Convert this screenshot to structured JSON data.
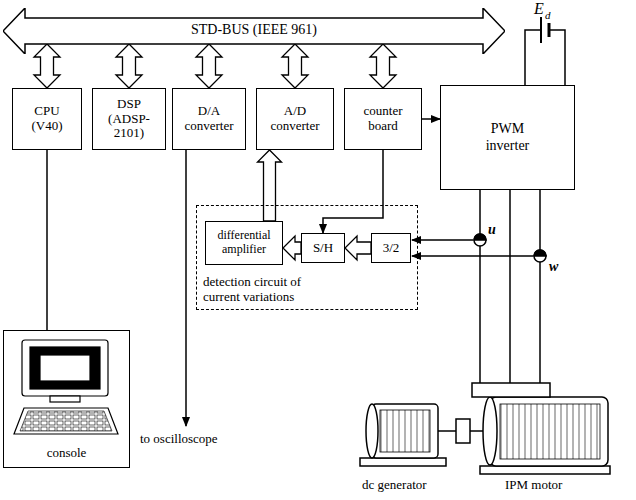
{
  "diagram": {
    "nodes": [
      {
        "text": [
          "STD-BUS (IEEE 961)"
        ]
      },
      {
        "text": [
          "CPU (V40)"
        ]
      },
      {
        "text": [
          "DSP (ADSP-2101)"
        ]
      },
      {
        "text": [
          "D/A converter"
        ]
      },
      {
        "text": [
          "A/D converter"
        ]
      },
      {
        "text": [
          "counter board"
        ]
      },
      {
        "text": [
          "PWM inverter"
        ]
      },
      {
        "text": [
          "detection circuit of current variations"
        ]
      },
      {
        "text": [
          "differential amplifier"
        ],
        "in": 7
      },
      {
        "text": [
          "S/H"
        ],
        "in": 7
      },
      {
        "text": [
          "3/2"
        ],
        "in": 7
      },
      {
        "text": [
          "console"
        ]
      }
    ],
    "edges": [
      {
        "from": 0,
        "to": 1,
        "arrow": "both"
      },
      {
        "from": 0,
        "to": 2,
        "arrow": "both"
      },
      {
        "from": 0,
        "to": 3,
        "arrow": "both"
      },
      {
        "from": 0,
        "to": 4,
        "arrow": "both"
      },
      {
        "from": 0,
        "to": 5,
        "arrow": "both"
      },
      {
        "from": 5,
        "to": 6,
        "arrow": "to"
      },
      {
        "from": 5,
        "to": 9,
        "arrow": "to"
      },
      {
        "from": 10,
        "to": 9,
        "arrow": "to"
      },
      {
        "from": 9,
        "to": 8,
        "arrow": "to"
      },
      {
        "from": 8,
        "to": 4,
        "arrow": "to"
      },
      {
        "from": 1,
        "to": 11,
        "arrow": "none"
      }
    ],
    "labels": [
      "E",
      "d",
      "u",
      "w",
      "to oscilloscope",
      "dc generator",
      "IPM motor"
    ]
  }
}
